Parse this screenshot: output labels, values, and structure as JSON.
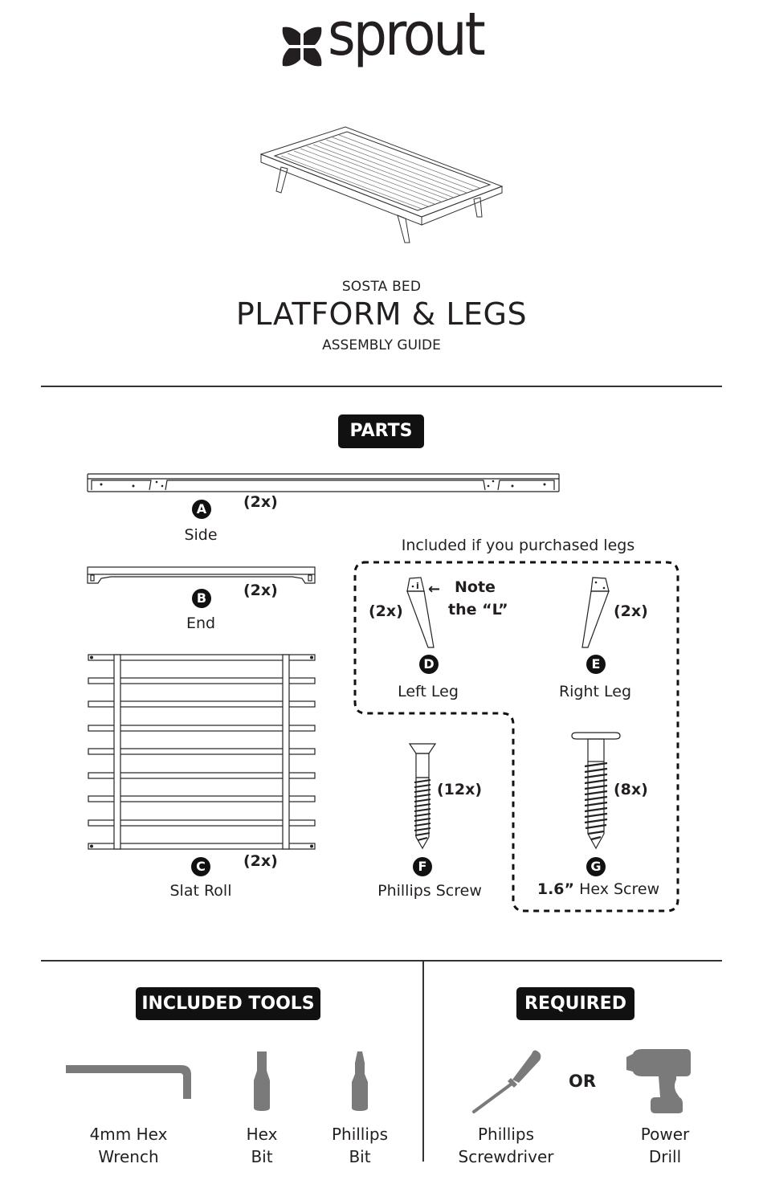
{
  "header": {
    "brand": "sprout",
    "subtitle": "SOSTA BED",
    "title": "PLATFORM & LEGS",
    "subtitle2": "ASSEMBLY GUIDE"
  },
  "parts": {
    "badge": "PARTS",
    "note_included": "Included if you purchased legs",
    "items": [
      {
        "letter": "A",
        "name": "Side",
        "qty": "(2x)"
      },
      {
        "letter": "B",
        "name": "End",
        "qty": "(2x)"
      },
      {
        "letter": "C",
        "name": "Slat Roll",
        "qty": "(2x)"
      },
      {
        "letter": "D",
        "name": "Left Leg",
        "qty": "(2x)",
        "note": "Note",
        "note2": "the “L”"
      },
      {
        "letter": "E",
        "name": "Right Leg",
        "qty": "(2x)"
      },
      {
        "letter": "F",
        "name": "Phillips Screw",
        "qty": "(12x)"
      },
      {
        "letter": "G",
        "name_bold": "1.6”",
        "name": "Hex Screw",
        "qty": "(8x)"
      }
    ]
  },
  "included_tools": {
    "badge": "INCLUDED TOOLS",
    "items": [
      {
        "line1": "4mm Hex",
        "line2": "Wrench",
        "icon": "hex-wrench-icon"
      },
      {
        "line1": "Hex",
        "line2": "Bit",
        "icon": "hex-bit-icon"
      },
      {
        "line1": "Phillips",
        "line2": "Bit",
        "icon": "phillips-bit-icon"
      }
    ]
  },
  "required": {
    "badge": "REQUIRED",
    "or_label": "OR",
    "items": [
      {
        "line1": "Phillips",
        "line2": "Screwdriver",
        "icon": "screwdriver-icon"
      },
      {
        "line1": "Power",
        "line2": "Drill",
        "icon": "power-drill-icon"
      }
    ]
  },
  "colors": {
    "ink": "#231f20",
    "badge_bg": "#111111",
    "tool_gray": "#7a7a7a"
  }
}
